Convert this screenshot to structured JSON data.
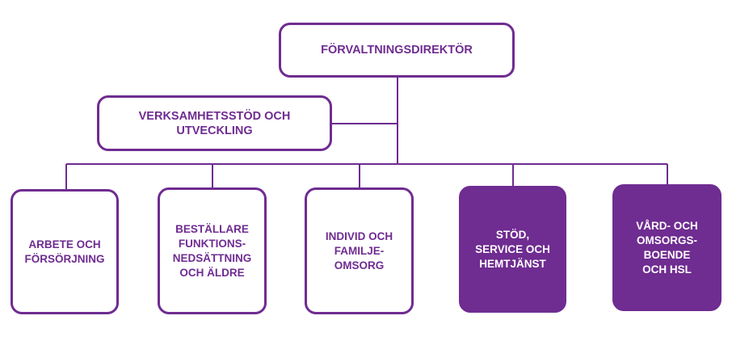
{
  "colors": {
    "accent": "#6f2c91",
    "connector": "#6f2c91",
    "filled_text": "#ffffff",
    "background": "#ffffff"
  },
  "org": {
    "director": "FÖRVALTNINGSDIREKTÖR",
    "staff": "VERKSAMHETSSTÖD OCH\nUTVECKLING",
    "units": [
      {
        "label": "ARBETE OCH\nFÖRSÖRJNING",
        "filled": false
      },
      {
        "label": "BESTÄLLARE\nFUNKTIONS-\nNEDSÄTTNING\nOCH ÄLDRE",
        "filled": false
      },
      {
        "label": "INDIVID OCH\nFAMILJE-\nOMSORG",
        "filled": false
      },
      {
        "label": "STÖD,\nSERVICE OCH\nHEMTJÄNST",
        "filled": true
      },
      {
        "label": "VÅRD- OCH\nOMSORGS-\nBOENDE\nOCH HSL",
        "filled": true
      }
    ]
  }
}
